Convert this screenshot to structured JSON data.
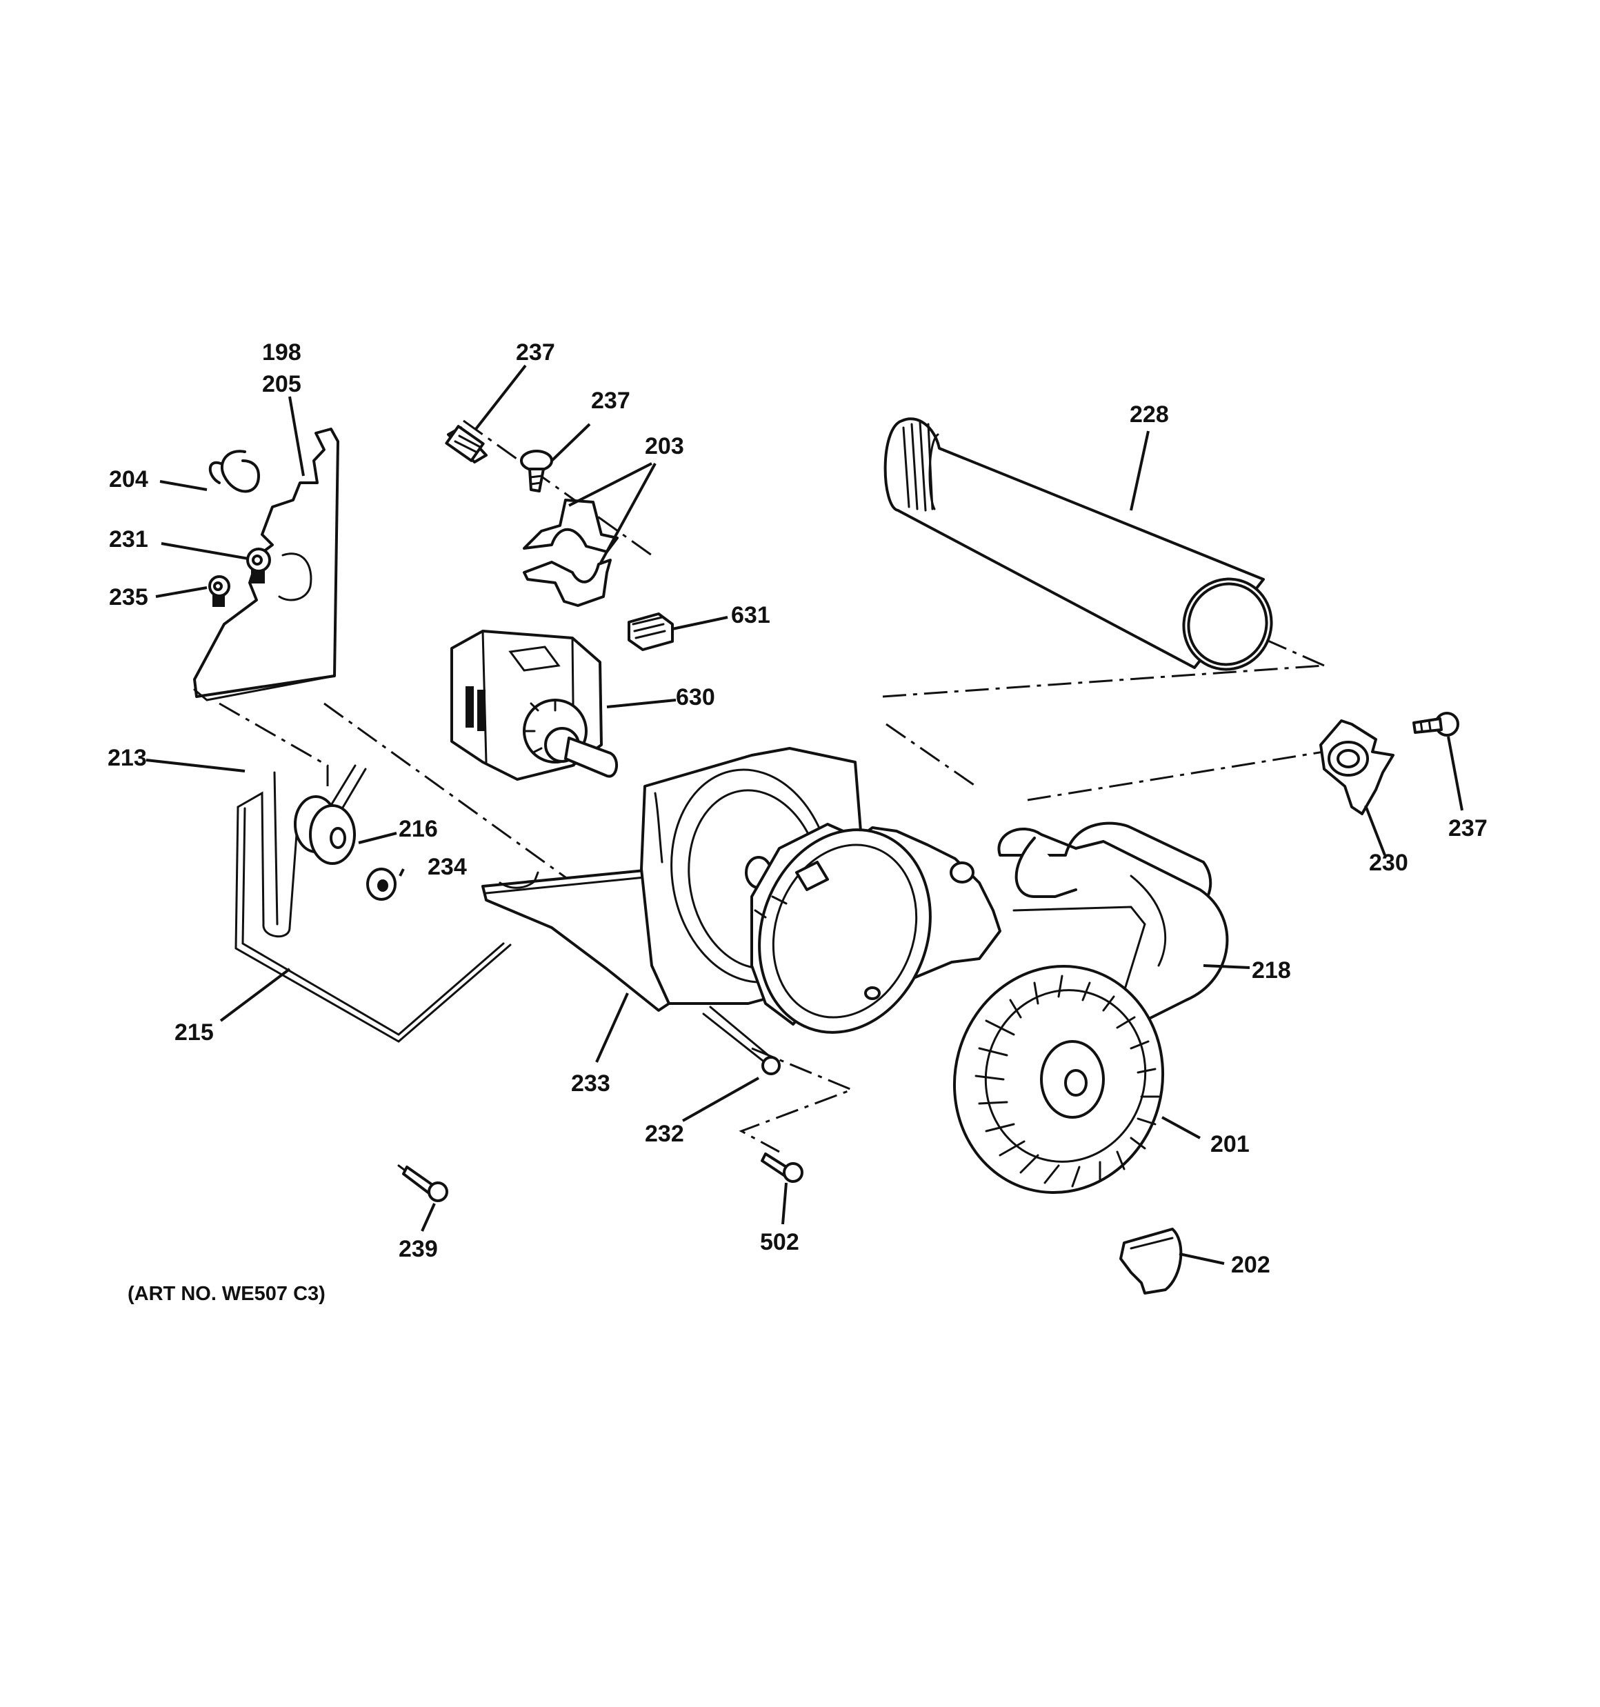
{
  "callouts": {
    "c198": "198",
    "c205": "205",
    "c204": "204",
    "c231": "231",
    "c235": "235",
    "c213": "213",
    "c215": "215",
    "c216": "216",
    "c234": "234",
    "c237a": "237",
    "c237b": "237",
    "c237c": "237",
    "c203": "203",
    "c631": "631",
    "c630": "630",
    "c228": "228",
    "c230": "230",
    "c218": "218",
    "c233": "233",
    "c232": "232",
    "c201": "201",
    "c239": "239",
    "c502": "502",
    "c202": "202"
  },
  "art_number": "(ART NO. WE507 C3)"
}
